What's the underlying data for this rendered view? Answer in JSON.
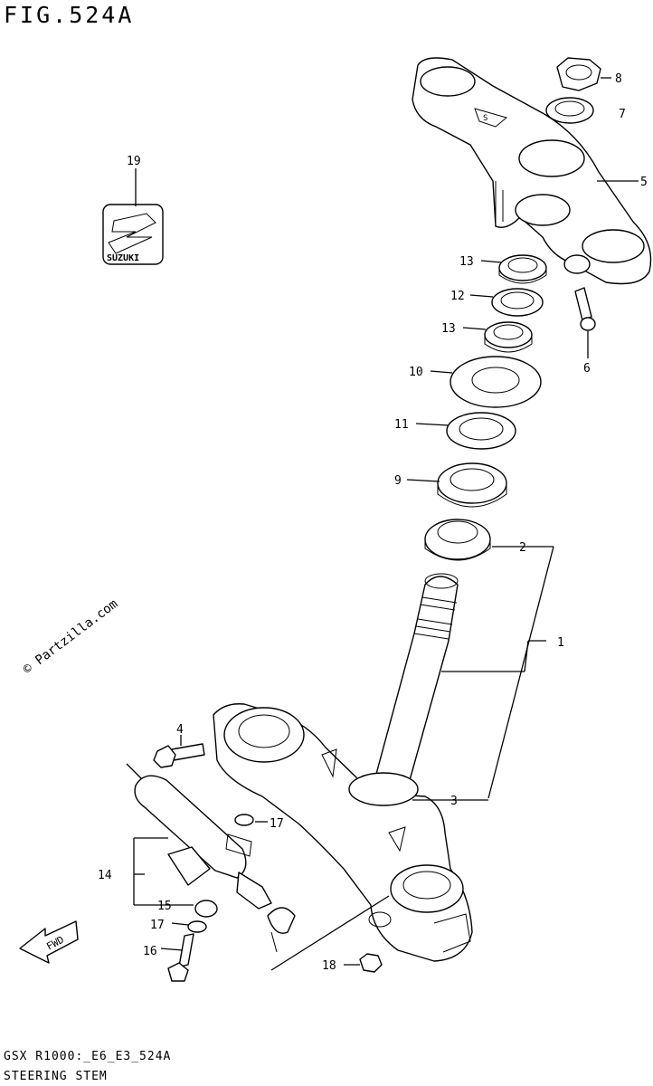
{
  "figure": {
    "title": "FIG.524A",
    "code": "GSX R1000:_E6_E3_524A",
    "name": "STEERING STEM",
    "watermark": "© Partzilla.com",
    "fwd": "FWD",
    "emblem_text": "SUZUKI"
  },
  "callouts": [
    {
      "id": "c1",
      "label": "1"
    },
    {
      "id": "c2",
      "label": "2"
    },
    {
      "id": "c3",
      "label": "3"
    },
    {
      "id": "c4",
      "label": "4"
    },
    {
      "id": "c5",
      "label": "5"
    },
    {
      "id": "c6",
      "label": "6"
    },
    {
      "id": "c7",
      "label": "7"
    },
    {
      "id": "c8",
      "label": "8"
    },
    {
      "id": "c9",
      "label": "9"
    },
    {
      "id": "c10",
      "label": "10"
    },
    {
      "id": "c11",
      "label": "11"
    },
    {
      "id": "c12",
      "label": "12"
    },
    {
      "id": "c13a",
      "label": "13"
    },
    {
      "id": "c13b",
      "label": "13"
    },
    {
      "id": "c14",
      "label": "14"
    },
    {
      "id": "c15",
      "label": "15"
    },
    {
      "id": "c16",
      "label": "16"
    },
    {
      "id": "c17a",
      "label": "17"
    },
    {
      "id": "c17b",
      "label": "17"
    },
    {
      "id": "c18",
      "label": "18"
    },
    {
      "id": "c19",
      "label": "19"
    }
  ]
}
